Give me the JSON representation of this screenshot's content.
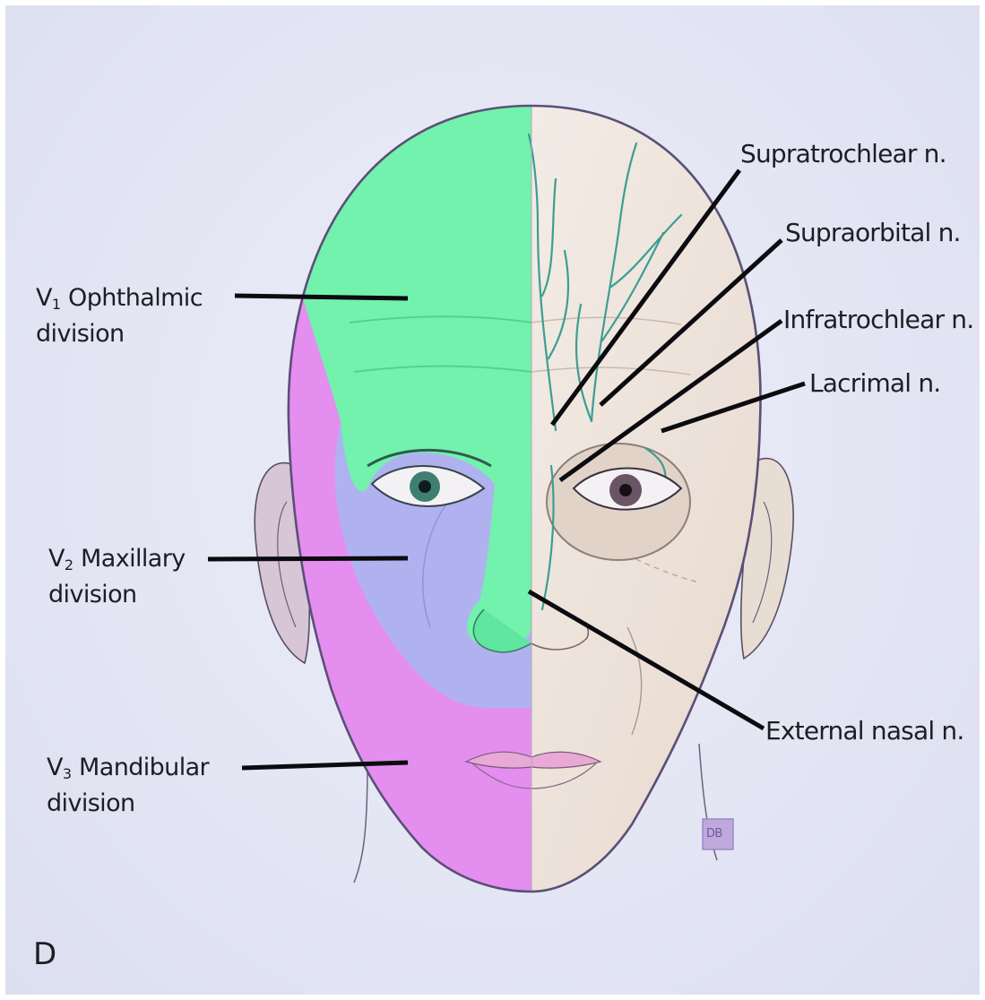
{
  "figure": {
    "panel_letter": "D",
    "divisions": [
      {
        "id": "v1",
        "prefix": "V",
        "sub": "1",
        "name": "Ophthalmic",
        "line2": "division",
        "color": "#72f2ad"
      },
      {
        "id": "v2",
        "prefix": "V",
        "sub": "2",
        "name": "Maxillary",
        "line2": "division",
        "color": "#b0b2f0"
      },
      {
        "id": "v3",
        "prefix": "V",
        "sub": "3",
        "name": "Mandibular",
        "line2": "division",
        "color": "#e48ef0"
      }
    ],
    "nerves": [
      {
        "id": "supratrochlear",
        "label": "Supratrochlear n."
      },
      {
        "id": "supraorbital",
        "label": "Supraorbital n."
      },
      {
        "id": "infratrochlear",
        "label": "Infratrochlear n."
      },
      {
        "id": "lacrimal",
        "label": "Lacrimal n."
      },
      {
        "id": "external-nasal",
        "label": "External nasal n."
      }
    ],
    "artist_mark": "DB"
  }
}
